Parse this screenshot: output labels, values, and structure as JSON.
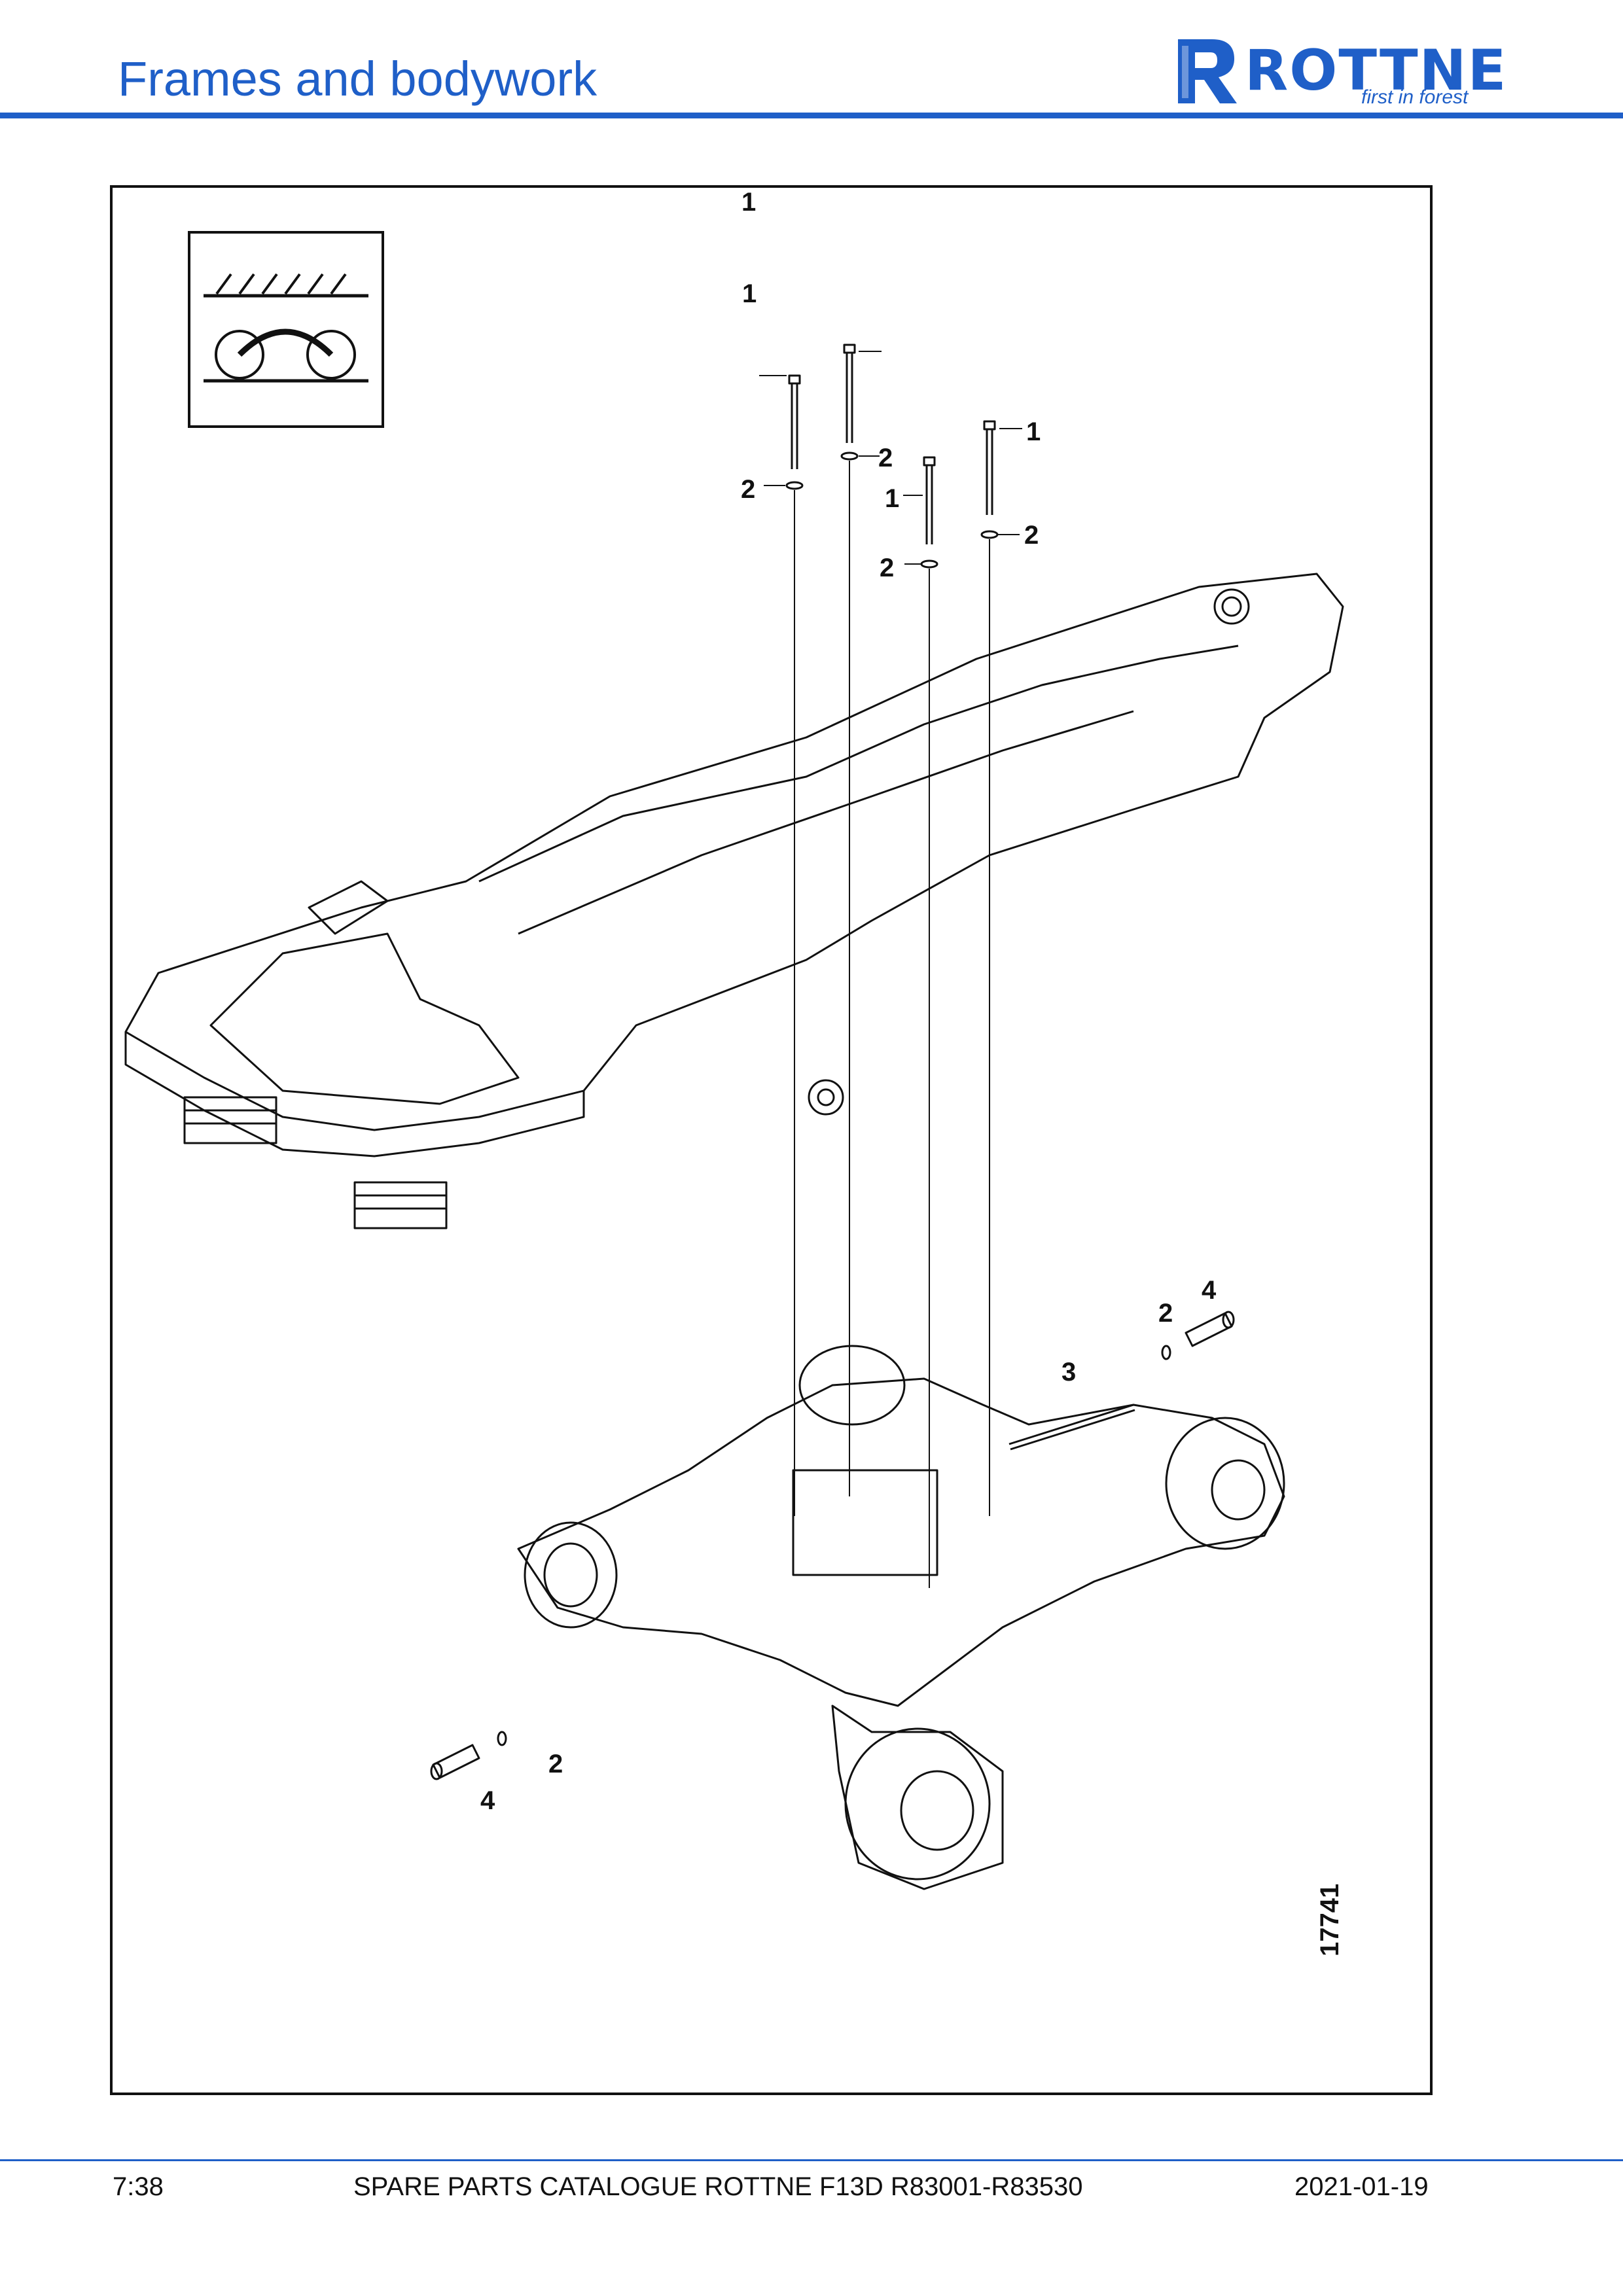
{
  "header": {
    "title": "Frames and bodywork",
    "brand_color": "#1f5fc8",
    "logo": {
      "word": "ROTTNE",
      "tagline": "first in forest",
      "icon": "rottne-r-logo-icon"
    }
  },
  "figure": {
    "symbol_icon": "bogie-axle-symbol-icon",
    "figure_id": "17741",
    "callouts": [
      "1",
      "1",
      "1",
      "1",
      "2",
      "2",
      "2",
      "2",
      "2",
      "2",
      "3",
      "4",
      "4"
    ]
  },
  "footer": {
    "page": "7:38",
    "catalogue": "SPARE PARTS CATALOGUE ROTTNE F13D R83001-R83530",
    "date": "2021-01-19"
  }
}
